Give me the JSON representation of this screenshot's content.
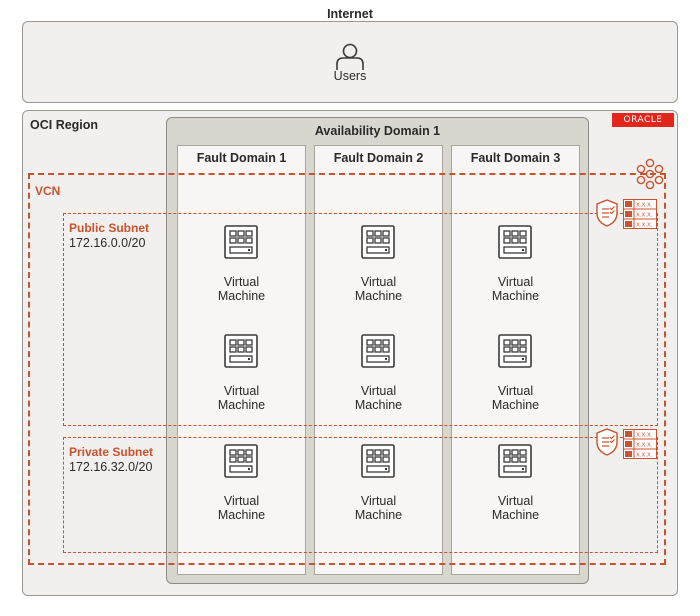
{
  "internet": {
    "title": "Internet",
    "users_label": "Users"
  },
  "region": {
    "title": "OCI Region",
    "logo_text": "ORACLE"
  },
  "availability_domain": {
    "title": "Availability Domain 1"
  },
  "fault_domains": [
    {
      "title": "Fault Domain 1"
    },
    {
      "title": "Fault Domain 2"
    },
    {
      "title": "Fault Domain 3"
    }
  ],
  "vcn": {
    "title": "VCN"
  },
  "public_subnet": {
    "title": "Public Subnet",
    "cidr": "172.16.0.0/20"
  },
  "private_subnet": {
    "title": "Private Subnet",
    "cidr": "172.16.32.0/20"
  },
  "vm": {
    "line1": "Virtual",
    "line2": "Machine"
  },
  "route_table": {
    "cell_text": "X.X.X."
  },
  "colors": {
    "accent": "#c8532e",
    "oracle_red": "#e2261b",
    "icon": "#3a3a3a"
  }
}
